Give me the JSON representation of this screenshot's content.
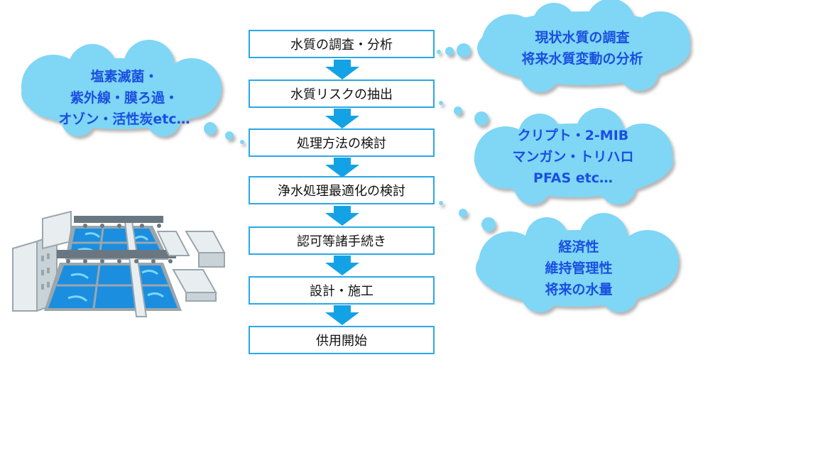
{
  "flow": {
    "steps": [
      "水質の調査・分析",
      "水質リスクの抽出",
      "処理方法の検討",
      "浄水処理最適化の検討",
      "認可等諸手続き",
      "設計・施工",
      "供用開始"
    ]
  },
  "bubbles": {
    "treatment": [
      "塩素滅菌・",
      "紫外線・膜ろ過・",
      "オゾン・活性炭etc…"
    ],
    "survey": [
      "現状水質の調査",
      "将来水質変動の分析"
    ],
    "risks": [
      "クリプト・2-MIB",
      "マンガン・トリハロ",
      "PFAS etc…"
    ],
    "optimize": [
      "経済性",
      "維持管理性",
      "将来の水量"
    ]
  },
  "colors": {
    "box_border": "#29a8e8",
    "arrow": "#14a2e6",
    "cloud_fill": "#7fd6f5",
    "cloud_text": "#1a4fe0"
  }
}
